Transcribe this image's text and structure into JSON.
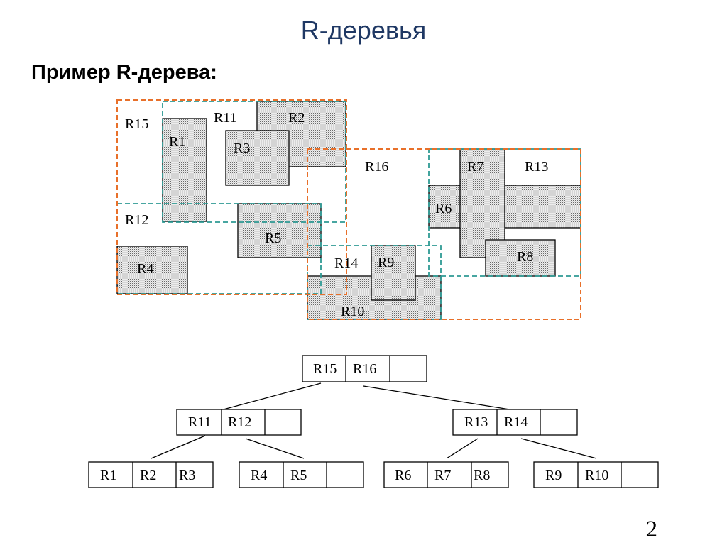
{
  "slide": {
    "title": "R-деревья",
    "subtitle": "Пример R-дерева:",
    "page_number": "2"
  },
  "colors": {
    "leaf_border": "#000000",
    "leaf_fill": "#d4d4d4",
    "level1_border": "#2e9a94",
    "level2_border": "#e8702a"
  },
  "regions": {
    "leaf": [
      {
        "id": "r1",
        "label": "R1"
      },
      {
        "id": "r2",
        "label": "R2"
      },
      {
        "id": "r3",
        "label": "R3"
      },
      {
        "id": "r4",
        "label": "R4"
      },
      {
        "id": "r5",
        "label": "R5"
      },
      {
        "id": "r6",
        "label": "R6"
      },
      {
        "id": "r7",
        "label": "R7"
      },
      {
        "id": "r8",
        "label": "R8"
      },
      {
        "id": "r9",
        "label": "R9"
      },
      {
        "id": "r10",
        "label": "R10"
      }
    ],
    "level1": [
      {
        "id": "r11",
        "label": "R11"
      },
      {
        "id": "r12",
        "label": "R12"
      },
      {
        "id": "r13",
        "label": "R13"
      },
      {
        "id": "r14",
        "label": "R14"
      }
    ],
    "level2": [
      {
        "id": "r15",
        "label": "R15"
      },
      {
        "id": "r16",
        "label": "R16"
      }
    ]
  },
  "tree": {
    "root": {
      "id": "root",
      "entries": [
        "R15",
        "R16",
        ""
      ]
    },
    "level1": [
      {
        "id": "n11-12",
        "entries": [
          "R11",
          "R12",
          ""
        ]
      },
      {
        "id": "n13-14",
        "entries": [
          "R13",
          "R14",
          ""
        ]
      }
    ],
    "leaves": [
      {
        "id": "l1-3",
        "entries": [
          "R1",
          "R2",
          "R3"
        ]
      },
      {
        "id": "l4-5",
        "entries": [
          "R4",
          "R5",
          ""
        ]
      },
      {
        "id": "l6-8",
        "entries": [
          "R6",
          "R7",
          "R8"
        ]
      },
      {
        "id": "l9-10",
        "entries": [
          "R9",
          "R10",
          ""
        ]
      }
    ]
  }
}
